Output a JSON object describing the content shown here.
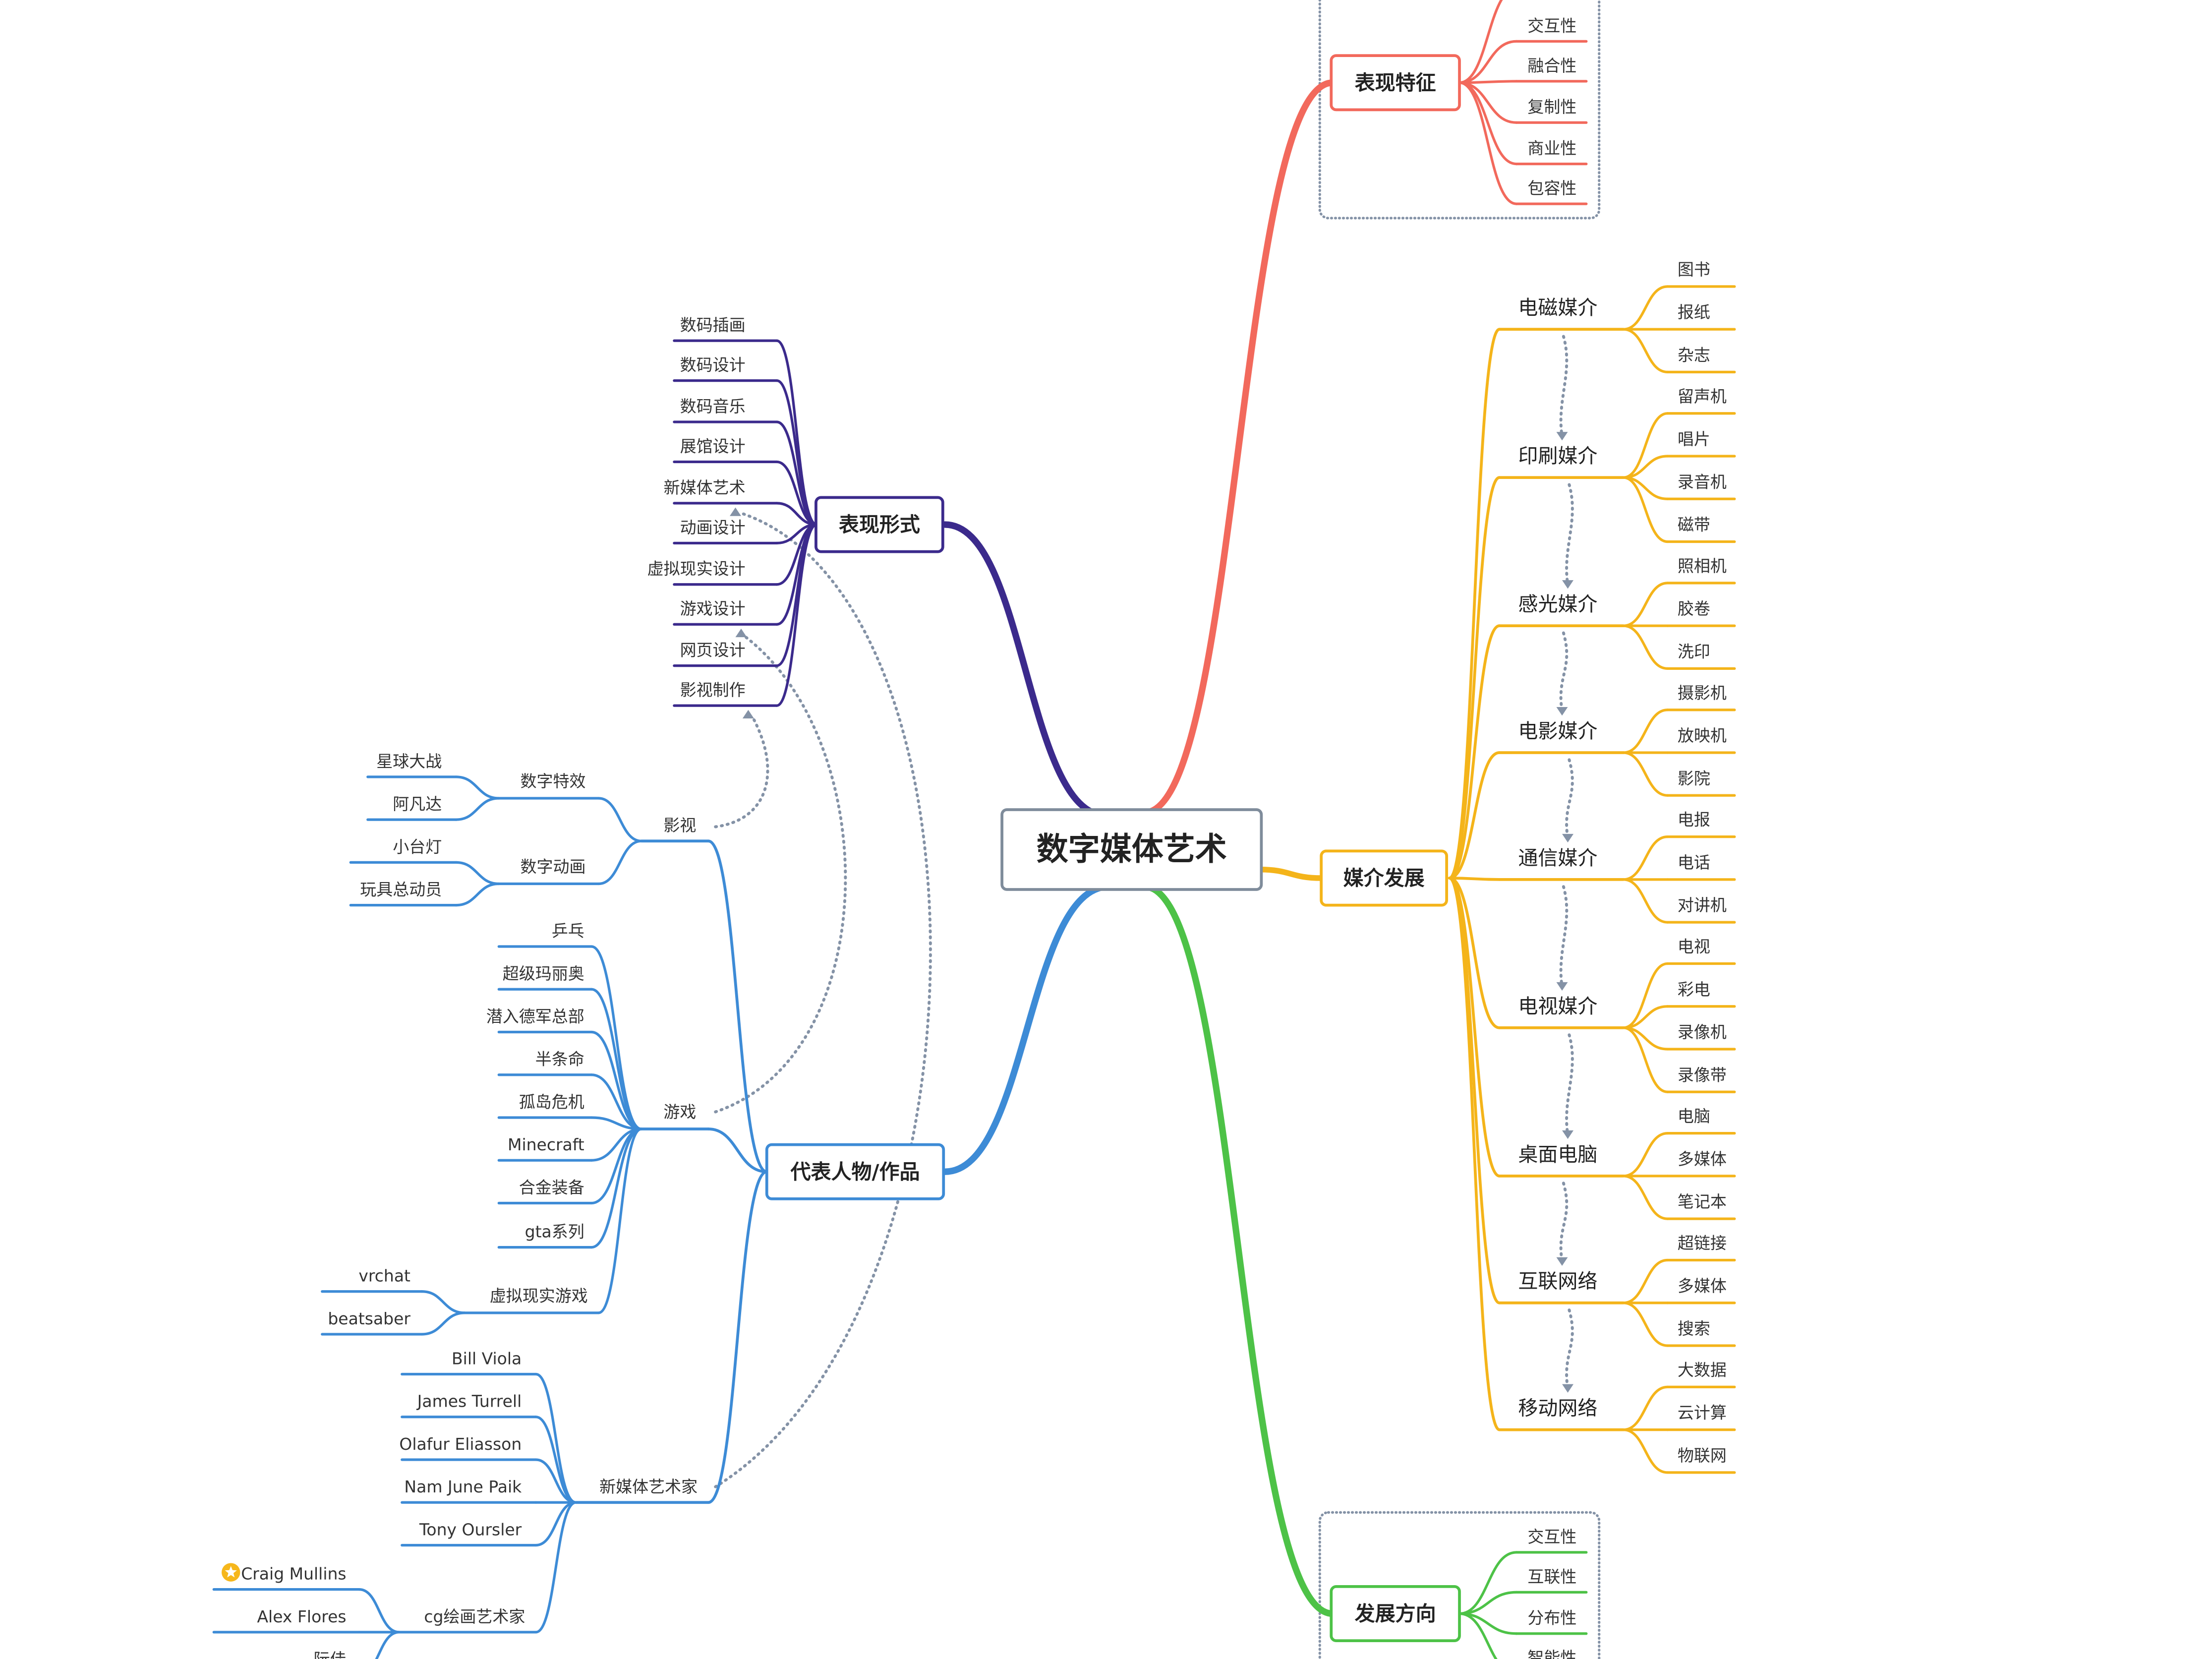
{
  "root": "数字媒体艺术",
  "icons": {
    "star": "star-badge-icon"
  },
  "colors": {
    "root": "#7f8c9b",
    "features": "#f2695c",
    "forms": "#3b2a8c",
    "media": "#f4b41a",
    "people": "#3d8bd6",
    "direction": "#4dc247",
    "dash": "#8492a6"
  },
  "features": {
    "label": "表现特征",
    "items": [
      "交互性",
      "融合性",
      "复制性",
      "商业性",
      "包容性"
    ]
  },
  "forms": {
    "label": "表现形式",
    "items": [
      "数码插画",
      "数码设计",
      "数码音乐",
      "展馆设计",
      "新媒体艺术",
      "动画设计",
      "虚拟现实设计",
      "游戏设计",
      "网页设计",
      "影视制作"
    ]
  },
  "media": {
    "label": "媒介发展",
    "stages": [
      {
        "label": "电磁媒介",
        "items": [
          "图书",
          "报纸",
          "杂志"
        ]
      },
      {
        "label": "印刷媒介",
        "items": [
          "留声机",
          "唱片",
          "录音机",
          "磁带"
        ]
      },
      {
        "label": "感光媒介",
        "items": [
          "照相机",
          "胶卷",
          "洗印"
        ]
      },
      {
        "label": "电影媒介",
        "items": [
          "摄影机",
          "放映机",
          "影院"
        ]
      },
      {
        "label": "通信媒介",
        "items": [
          "电报",
          "电话",
          "对讲机"
        ]
      },
      {
        "label": "电视媒介",
        "items": [
          "电视",
          "彩电",
          "录像机",
          "录像带"
        ]
      },
      {
        "label": "桌面电脑",
        "items": [
          "电脑",
          "多媒体",
          "笔记本"
        ]
      },
      {
        "label": "互联网络",
        "items": [
          "超链接",
          "多媒体",
          "搜索"
        ]
      },
      {
        "label": "移动网络",
        "items": [
          "大数据",
          "云计算",
          "物联网"
        ]
      }
    ]
  },
  "people": {
    "label": "代表人物/作品",
    "film": {
      "label": "影视",
      "vfx": {
        "label": "数字特效",
        "items": [
          "星球大战",
          "阿凡达"
        ]
      },
      "anim": {
        "label": "数字动画",
        "items": [
          "小台灯",
          "玩具总动员"
        ]
      }
    },
    "games": {
      "label": "游戏",
      "items": [
        "乒乓",
        "超级玛丽奥",
        "潜入德军总部",
        "半条命",
        "孤岛危机",
        "Minecraft",
        "合金装备",
        "gta系列"
      ],
      "vr": {
        "label": "虚拟现实游戏",
        "items": [
          "vrchat",
          "beatsaber"
        ]
      }
    },
    "artists": {
      "label": "新媒体艺术家",
      "items": [
        "Bill Viola",
        "James Turrell",
        "Olafur Eliasson",
        "Nam June Paik",
        "Tony Oursler"
      ],
      "cg": {
        "label": "cg绘画艺术家",
        "items": [
          "Craig Mullins",
          "Alex Flores",
          "阮佳"
        ]
      }
    }
  },
  "direction": {
    "label": "发展方向",
    "items": [
      "交互性",
      "互联性",
      "分布性",
      "智能性"
    ]
  }
}
